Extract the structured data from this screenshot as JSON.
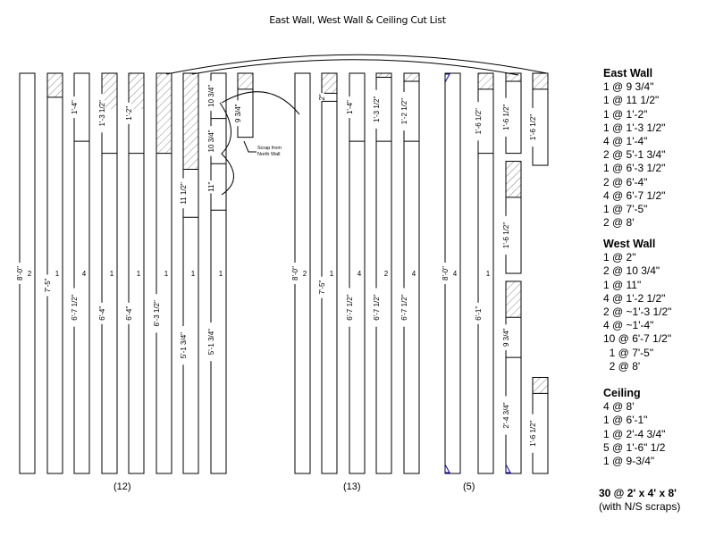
{
  "title": "East Wall, West Wall & Ceiling Cut List",
  "colors": {
    "line": "#000000",
    "hatch": "#888888",
    "marker": "#0000cc"
  },
  "groups": [
    {
      "label": "(12)",
      "name": "east-wall-boards"
    },
    {
      "label": "(13)",
      "name": "west-wall-boards"
    },
    {
      "label": "(5)",
      "name": "ceiling-boards"
    }
  ],
  "boards": [
    {
      "group": 0,
      "dims": [
        {
          "text": "8'-0\"",
          "from": 0,
          "to": 1
        }
      ],
      "qty": "2"
    },
    {
      "group": 0,
      "hatch": [
        0,
        0.06
      ],
      "dims": [
        {
          "text": "7'-5\"",
          "from": 0.06,
          "to": 1
        }
      ],
      "qty": "1"
    },
    {
      "group": 0,
      "dims": [
        {
          "text": "1'-4\"",
          "from": 0,
          "to": 0.17
        },
        {
          "text": "6'-7 1/2\"",
          "from": 0.17,
          "to": 1
        }
      ],
      "qty": "4"
    },
    {
      "group": 0,
      "hatch": [
        0,
        0.09
      ],
      "dims": [
        {
          "text": "1'-3 1/2\"",
          "from": 0.0,
          "to": 0.2
        },
        {
          "text": "6'-4\"",
          "from": 0.2,
          "to": 1
        }
      ],
      "qty": "1"
    },
    {
      "group": 0,
      "hatch": [
        0,
        0.09
      ],
      "dims": [
        {
          "text": "1'-2\"",
          "from": 0.0,
          "to": 0.2
        },
        {
          "text": "6'-4\"",
          "from": 0.2,
          "to": 1
        }
      ],
      "qty": "1"
    },
    {
      "group": 0,
      "hatch": [
        0,
        0.2
      ],
      "dims": [
        {
          "text": "6'-3 1/2\"",
          "from": 0.2,
          "to": 1
        }
      ],
      "qty": "1"
    },
    {
      "group": 0,
      "hatch": [
        0,
        0.24
      ],
      "dims": [
        {
          "text": "11 1/2\"",
          "from": 0.24,
          "to": 0.36
        },
        {
          "text": "5'-1 3/4\"",
          "from": 0.36,
          "to": 1
        }
      ],
      "qty": "1"
    },
    {
      "group": 0,
      "dims": [
        {
          "text": "10 3/4\"",
          "from": 0,
          "to": 0.113
        },
        {
          "text": "10 3/4\"",
          "from": 0.113,
          "to": 0.226
        },
        {
          "text": "11\"",
          "from": 0.226,
          "to": 0.342
        },
        {
          "text": "5'-1 3/4\"",
          "from": 0.342,
          "to": 1
        }
      ],
      "qty": "1"
    },
    {
      "group": 0,
      "scrap": true,
      "hatch": [
        0,
        0.04
      ],
      "dims": [
        {
          "text": "9 3/4\"",
          "from": 0.04,
          "to": 0.16
        }
      ],
      "short": 0.16
    },
    {
      "group": 1,
      "dims": [
        {
          "text": "8'-0\"",
          "from": 0,
          "to": 1
        }
      ],
      "qty": "2"
    },
    {
      "group": 1,
      "hatch": [
        0,
        0.05
      ],
      "dims": [
        {
          "text": "2\"",
          "from": 0.05,
          "to": 0.07
        },
        {
          "text": "7'-5\"",
          "from": 0.07,
          "to": 1
        }
      ],
      "qty": "1"
    },
    {
      "group": 1,
      "dims": [
        {
          "text": "1'-4\"",
          "from": 0,
          "to": 0.17
        },
        {
          "text": "6'-7 1/2\"",
          "from": 0.17,
          "to": 1
        }
      ],
      "qty": "4"
    },
    {
      "group": 1,
      "hatch": [
        0,
        0.01
      ],
      "dims": [
        {
          "text": "1'-3 1/2\"",
          "from": 0.01,
          "to": 0.17
        },
        {
          "text": "6'-7 1/2\"",
          "from": 0.17,
          "to": 1
        }
      ],
      "qty": "2"
    },
    {
      "group": 1,
      "hatch": [
        0,
        0.02
      ],
      "dims": [
        {
          "text": "1'-2 1/2\"",
          "from": 0.02,
          "to": 0.17
        },
        {
          "text": "6'-7 1/2\"",
          "from": 0.17,
          "to": 1
        }
      ],
      "qty": "4"
    },
    {
      "group": 2,
      "marker": true,
      "dims": [
        {
          "text": "8'-0\"",
          "from": 0,
          "to": 1
        }
      ],
      "qty": "4"
    },
    {
      "group": 2,
      "hatch": [
        0,
        0.04
      ],
      "dims": [
        {
          "text": "1'-6 1/2\"",
          "from": 0.04,
          "to": 0.2
        },
        {
          "text": "6'-1\"",
          "from": 0.2,
          "to": 1
        }
      ],
      "qty": "1"
    },
    {
      "group": 2,
      "segments": [
        {
          "from": 0,
          "to": 0.2,
          "hatch": [
            0,
            0.02
          ],
          "dims": [
            {
              "text": "1'-6 1/2\"",
              "from": 0.02,
              "to": 0.2
            }
          ]
        },
        {
          "from": 0.22,
          "to": 0.5,
          "hatch": [
            0.22,
            0.31
          ],
          "dims": [
            {
              "text": "1'-6 1/2\"",
              "from": 0.31,
              "to": 0.5
            }
          ]
        },
        {
          "from": 0.52,
          "to": 1,
          "hatch": [
            0.52,
            0.61
          ],
          "marker": true,
          "dims": [
            {
              "text": "9 3/4\"",
              "from": 0.61,
              "to": 0.71
            },
            {
              "text": "2'-4 3/4\"",
              "from": 0.71,
              "to": 1
            }
          ]
        }
      ]
    },
    {
      "group": 2,
      "segments": [
        {
          "from": 0,
          "to": 0.23,
          "hatch": [
            0,
            0.04
          ],
          "dims": [
            {
              "text": "1'-6 1/2\"",
              "from": 0.04,
              "to": 0.23
            }
          ]
        },
        {
          "from": 0.76,
          "to": 1,
          "hatch": [
            0.76,
            0.8
          ],
          "dims": [
            {
              "text": "1'-6 1/2\"",
              "from": 0.8,
              "to": 1
            }
          ]
        }
      ]
    }
  ],
  "annotations": {
    "scrap_note": "Scrap from North Wall"
  },
  "legend": {
    "east_wall": {
      "heading": "East Wall",
      "items": [
        "1 @ 9 3/4\"",
        "1 @ 11 1/2\"",
        "1 @ 1'-2\"",
        "1 @ 1'-3 1/2\"",
        "4 @ 1'-4\"",
        "2 @ 5'-1 3/4\"",
        "1 @ 6'-3 1/2\"",
        "2 @ 6'-4\"",
        "4 @ 6'-7 1/2\"",
        "1 @ 7'-5\"",
        "2 @ 8'"
      ]
    },
    "west_wall": {
      "heading": "West Wall",
      "items": [
        "1 @ 2\"",
        "2 @ 10 3/4\"",
        "1 @ 11\"",
        "4 @ 1'-2 1/2\"",
        "2 @ ~1'-3 1/2\"",
        "4 @ ~1'-4\"",
        "10 @ 6'-7 1/2\"",
        "  1 @ 7'-5\"",
        "  2 @ 8'"
      ]
    },
    "ceiling": {
      "heading": "Ceiling",
      "items": [
        "4 @ 8'",
        "1 @ 6'-1\"",
        "1 @ 2'-4 3/4\"",
        "5 @ 1'-6\" 1/2",
        "1 @ 9-3/4\""
      ]
    }
  },
  "total": {
    "summary": "30 @ 2' x 4' x 8'",
    "note": "(with N/S scraps)"
  }
}
